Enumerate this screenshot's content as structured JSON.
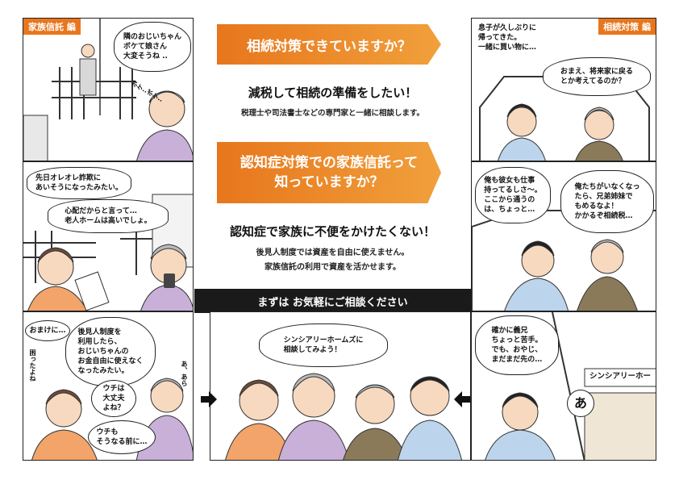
{
  "left_tag": "家族信託 編",
  "right_tag": "相続対策 編",
  "panel1": {
    "bubble": "隣のおじいちゃん\nボケて娘さん\n大変そうね ..",
    "sfx": "ボケ..ボケ.."
  },
  "panel2": {
    "bubble1": "先日オレオレ詐欺に\nあいそうになったみたい。",
    "bubble2": "心配だからと言って…\n老人ホームは高いでしょ。"
  },
  "panel3": {
    "bubble1": "おまけに…",
    "bubble2": "後見人制度を\n利用したら、\nおじいちゃんの\nお金自由に使えなく\nなったみたい。",
    "bubble3": "ウチは\n大丈夫\nよね？",
    "bubble4": "ウチも\nそうなる前に…",
    "vert1": "困ったよね",
    "vert2": "あ、あら"
  },
  "center": {
    "banner1": "相続対策できていますか？",
    "head1": "減税して相続の準備をしたい！",
    "sub1": "税理士や司法書士などの専門家と一緒に相談します。",
    "banner2": "認知症対策での家族信託って\n知っていますか？",
    "head2": "認知症で家族に不便をかけたくない！",
    "sub2a": "後見人制度では資産を自由に使えません。",
    "sub2b": "家族信託の利用で資産を活かせます。",
    "blackbar": "まずは お気軽にご相談ください",
    "bottom_bubble": "シンシアリーホームズに\n相談してみよう！"
  },
  "panel4": {
    "caption": "息子が久しぶりに\n帰ってきた。\n一緒に買い物に…",
    "bubble": "おまえ、将来家に戻る\nとか考えてるのか？"
  },
  "panel5": {
    "bubble1": "俺も彼女も仕事\n持ってるしさ〜。\nここから通うの\nは、ちょっと…",
    "bubble2": "俺たちがいなくなっ\nたら、兄弟姉妹で\nもめるなよ！\nかかるぞ相続税…"
  },
  "panel6": {
    "bubble": "確かに義兄\nちょっと苦手。\nでも、おやじ、\nまだまだ先の…",
    "sign": "シンシアリーホー",
    "sfx": "あ"
  },
  "colors": {
    "accent": "#e8761c",
    "skin": "#f7d9c0",
    "hair_gray": "#b9b9b9",
    "shirt_purple": "#c9b0d8",
    "shirt_blue": "#bcd4ec"
  }
}
